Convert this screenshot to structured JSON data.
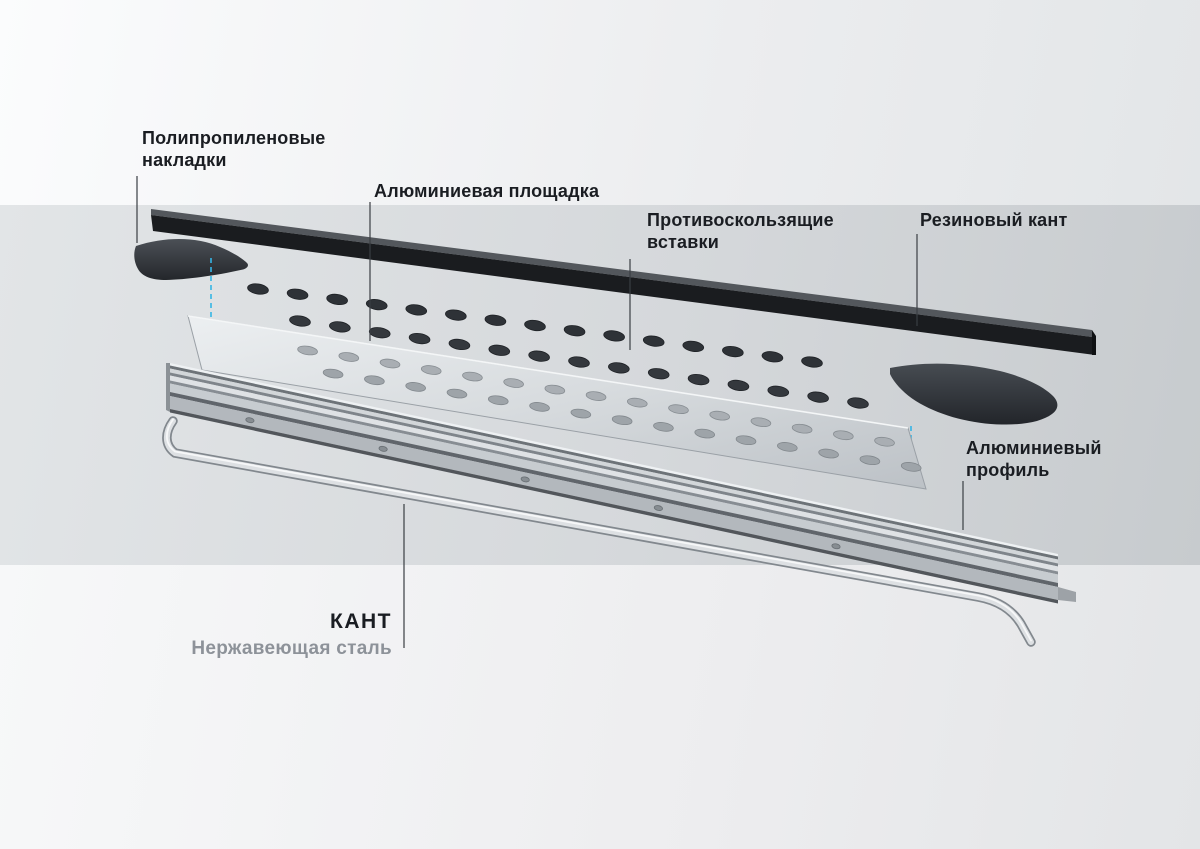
{
  "labels": {
    "polypropylene_pads": {
      "line1": "Полипропиленовые",
      "line2": "накладки"
    },
    "aluminum_platform": {
      "text": "Алюминиевая площадка"
    },
    "antislip_inserts": {
      "line1": "Противоскользящие",
      "line2": "вставки"
    },
    "rubber_edging": {
      "text": "Резиновый кант"
    },
    "aluminum_profile": {
      "line1": "Алюминиевый",
      "line2": "профиль"
    },
    "kant": {
      "title": "КАНТ",
      "subtitle": "Нержавеющая сталь"
    }
  },
  "colors": {
    "label_text": "#1a1d22",
    "subtitle_text": "#8d9299",
    "leader_line": "#3a3e43",
    "assembly_dashed_line": "#35b5e5",
    "rubber_black": "#1a1c1f",
    "pad_dark_gray": "#33373c",
    "plate_metal_light": "#e9ecee",
    "plate_metal_dark": "#bfc4c9",
    "insert_dark": "#2e3237",
    "steel_light": "#dde0e3"
  }
}
